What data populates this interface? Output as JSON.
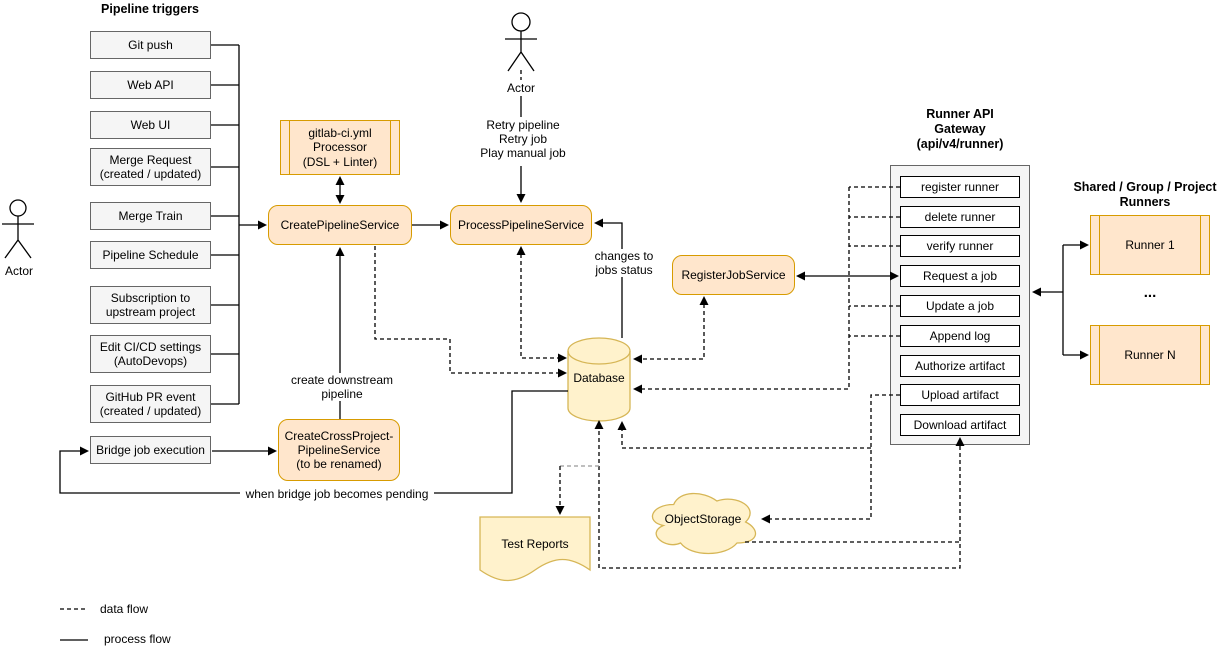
{
  "diagram": {
    "triggers": {
      "title": "Pipeline triggers",
      "items": [
        "Git push",
        "Web API",
        "Web UI",
        "Merge Request\n(created / updated)",
        "Merge Train",
        "Pipeline Schedule",
        "Subscription to\nupstream project",
        "Edit CI/CD settings\n(AutoDevops)",
        "GitHub PR event\n(created / updated)",
        "Bridge job execution"
      ]
    },
    "actors": {
      "left_label": "Actor",
      "top_label": "Actor",
      "top_actions": "Retry pipeline\nRetry job\nPlay manual job"
    },
    "services": {
      "processor": "gitlab-ci.yml\nProcessor\n(DSL + Linter)",
      "create_pipeline": "CreatePipelineService",
      "process_pipeline": "ProcessPipelineService",
      "cross_project": "CreateCrossProject-\nPipelineService\n(to be renamed)",
      "register_job": "RegisterJobService"
    },
    "stores": {
      "database": "Database",
      "object_storage": "ObjectStorage",
      "test_reports": "Test Reports"
    },
    "gateway": {
      "title": "Runner API\nGateway\n(api/v4/runner)",
      "endpoints": [
        "register runner",
        "delete runner",
        "verify runner",
        "Request a job",
        "Update a job",
        "Append log",
        "Authorize artifact",
        "Upload artifact",
        "Download artifact"
      ]
    },
    "runners": {
      "title": "Shared / Group / Project\nRunners",
      "items": [
        "Runner 1",
        "Runner N"
      ],
      "ellipsis": "..."
    },
    "annotations": {
      "changes": "changes to\njobs status",
      "create_downstream": "create downstream\npipeline",
      "when_bridge": "when bridge job becomes pending"
    },
    "legend": {
      "data_flow": "data flow",
      "process_flow": "process flow"
    },
    "colors": {
      "orange_fill": "#FFE6CC",
      "orange_stroke": "#D79B00",
      "yellow_fill": "#FFF2CC",
      "yellow_stroke": "#D6B656",
      "panel_fill": "#F5F5F5",
      "panel_stroke": "#666666"
    }
  }
}
